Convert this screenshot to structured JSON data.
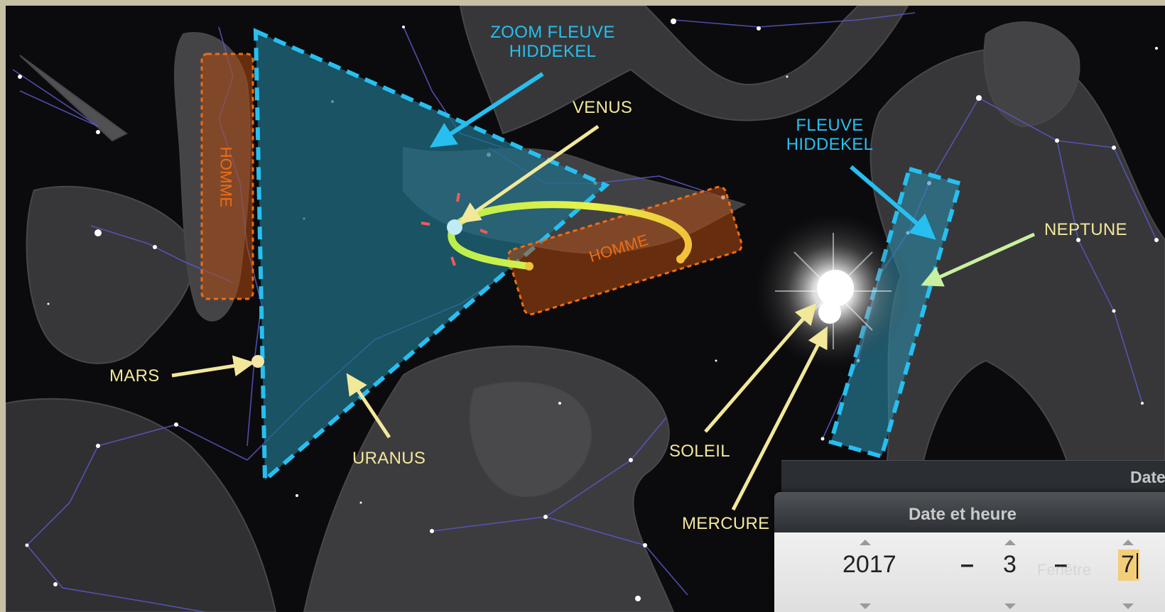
{
  "labels": {
    "zoom_line1": "ZOOM FLEUVE",
    "zoom_line2": "HIDDEKEL",
    "venus": "VENUS",
    "fleuve_line1": "FLEUVE",
    "fleuve_line2": "HIDDEKEL",
    "neptune": "NEPTUNE",
    "mars": "MARS",
    "uranus": "URANUS",
    "soleil": "SOLEIL",
    "mercure": "MERCURE",
    "homme_vertical": "HOMME",
    "homme_tilted": "HOMME"
  },
  "date_panel": {
    "back_title": "Date e",
    "title": "Date et heure",
    "year": "2017",
    "month": "3",
    "day": "7",
    "separator": "–",
    "ghost_text": "Fenêtre"
  },
  "colors": {
    "label_yellow": "#f2e89a",
    "label_cyan": "#27bff0",
    "label_orange": "#ef6d15",
    "zone_fill": "#1f6f86",
    "man_fill": "#b34d10",
    "arc": "#d6f04a"
  }
}
